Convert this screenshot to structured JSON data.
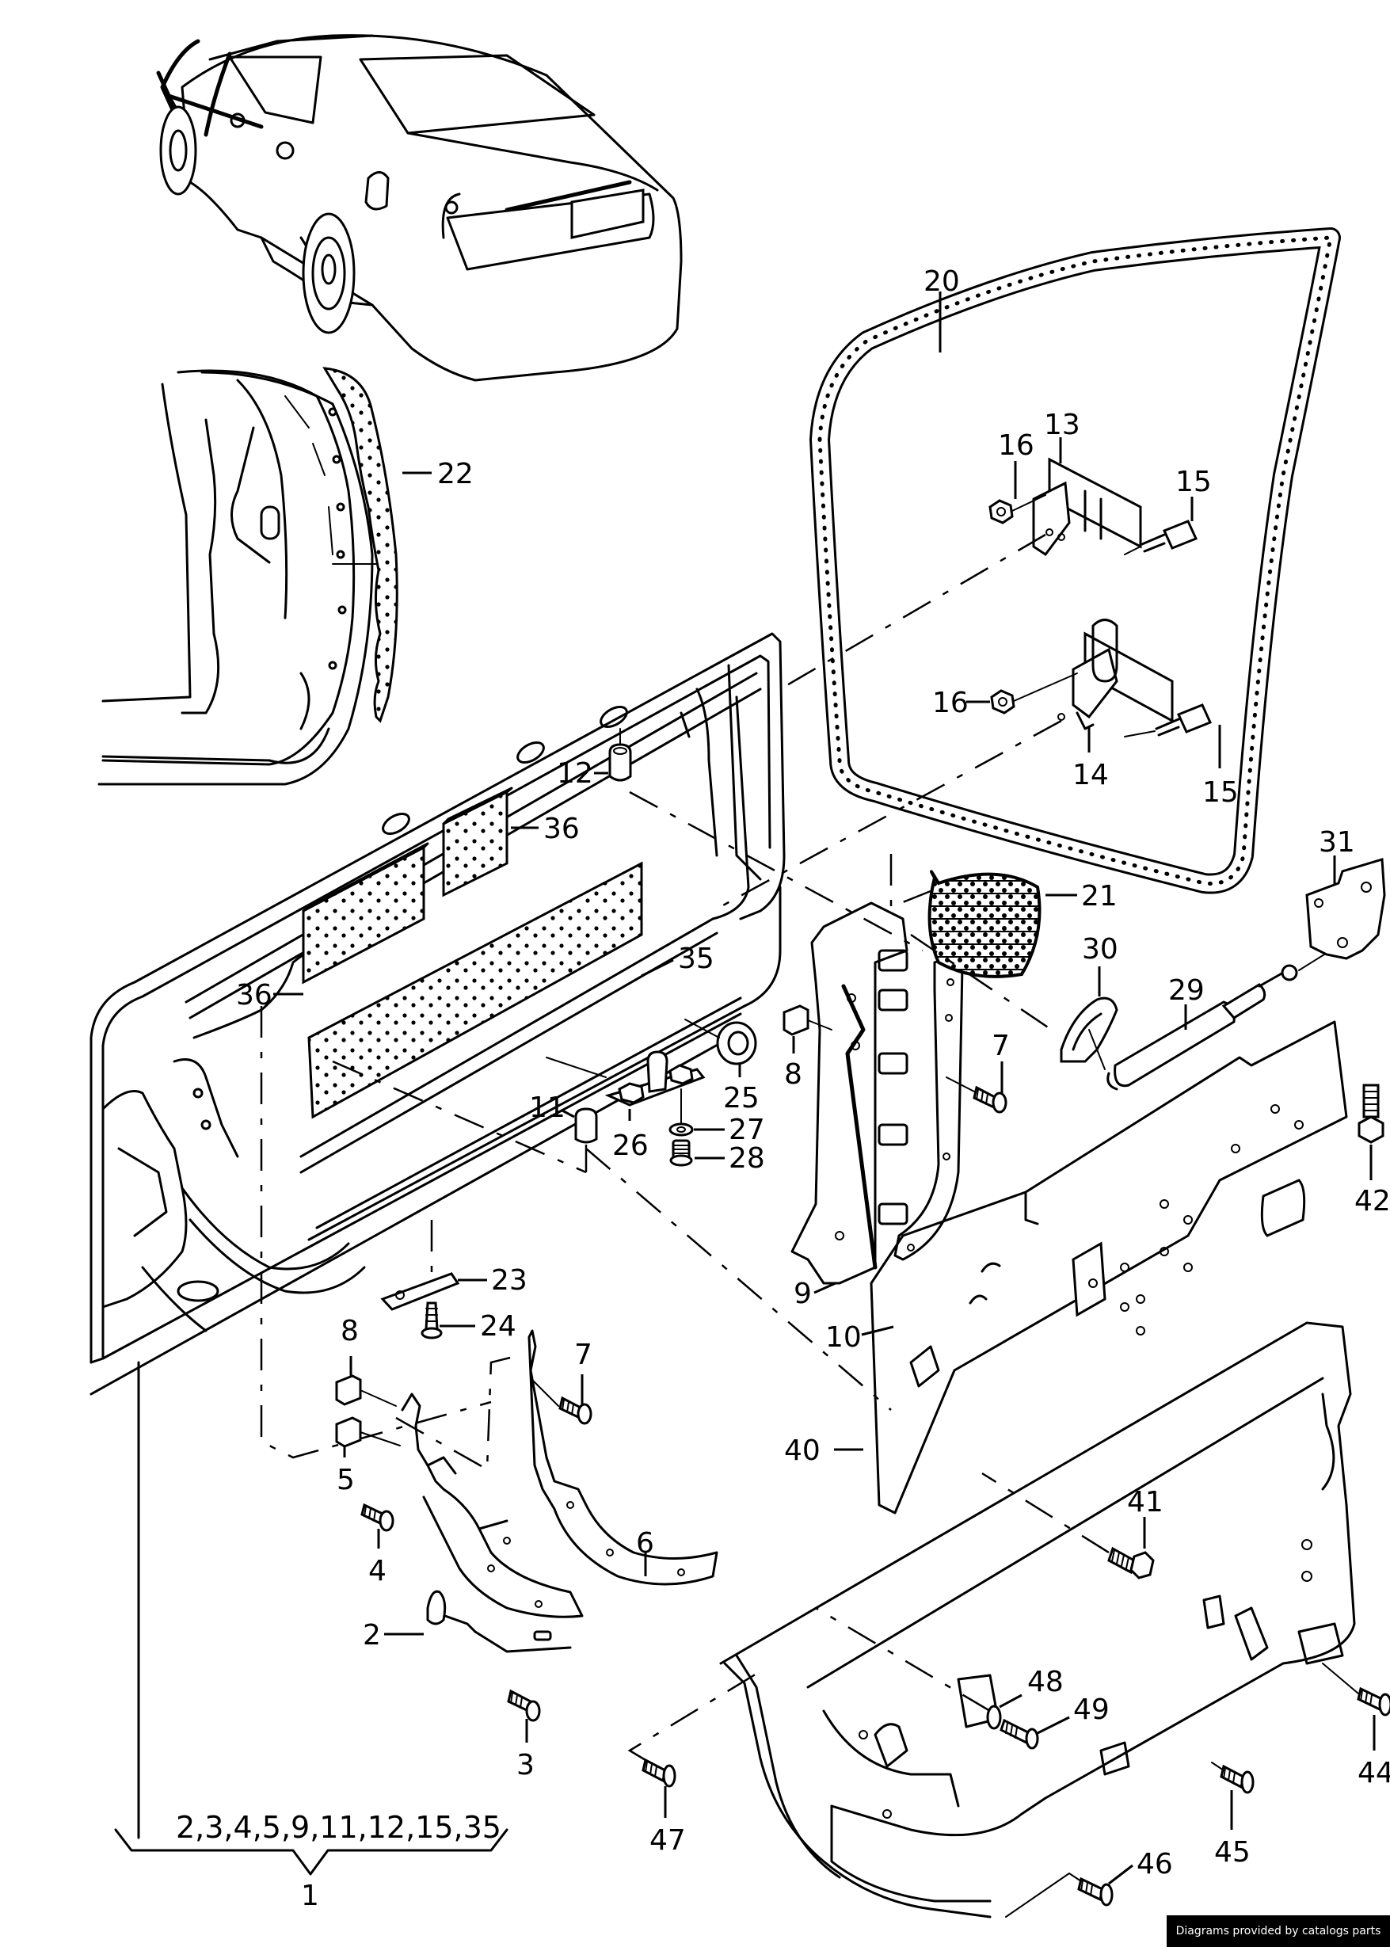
{
  "diagram": {
    "title": "Front door parts diagram",
    "credit": "Diagrams provided by catalogs parts",
    "callouts": {
      "c1": "1",
      "c2": "2",
      "c3": "3",
      "c4": "4",
      "c5": "5",
      "c6": "6",
      "c7a": "7",
      "c7b": "7",
      "c8a": "8",
      "c8b": "8",
      "c9": "9",
      "c10": "10",
      "c11": "11",
      "c12": "12",
      "c13": "13",
      "c14": "14",
      "c15a": "15",
      "c15b": "15",
      "c16a": "16",
      "c16b": "16",
      "c20": "20",
      "c21": "21",
      "c22": "22",
      "c23": "23",
      "c24": "24",
      "c25": "25",
      "c26": "26",
      "c27": "27",
      "c28": "28",
      "c29": "29",
      "c30": "30",
      "c31": "31",
      "c35": "35",
      "c36a": "36",
      "c36b": "36",
      "c40": "40",
      "c41": "41",
      "c42": "42",
      "c44": "44",
      "c45": "45",
      "c46": "46",
      "c47": "47",
      "c48": "48",
      "c49": "49"
    },
    "assembly_group": {
      "parent": "1",
      "includes": "2,3,4,5,9,11,12,15,35"
    },
    "parts": [
      {
        "id": "car-overview",
        "label": "Vehicle overview (sedan, rear 3/4 view)"
      },
      {
        "id": "door-seal",
        "callout": "20"
      },
      {
        "id": "upper-hinge",
        "callout": "13"
      },
      {
        "id": "lower-hinge",
        "callout": "14"
      },
      {
        "id": "hinge-bolt",
        "callout": "15"
      },
      {
        "id": "hinge-nut",
        "callout": "16"
      },
      {
        "id": "pillar-seal",
        "callout": "22"
      },
      {
        "id": "grommet-boot",
        "callout": "21"
      },
      {
        "id": "door-check-strap",
        "callout": "29"
      },
      {
        "id": "check-strap-bracket",
        "callout": "30"
      },
      {
        "id": "check-strap-mount",
        "callout": "31"
      },
      {
        "id": "insulation-pad-large",
        "callout": "35"
      },
      {
        "id": "insulation-pad-small",
        "callout": "36"
      },
      {
        "id": "door-shell",
        "callout": "1"
      }
    ]
  }
}
